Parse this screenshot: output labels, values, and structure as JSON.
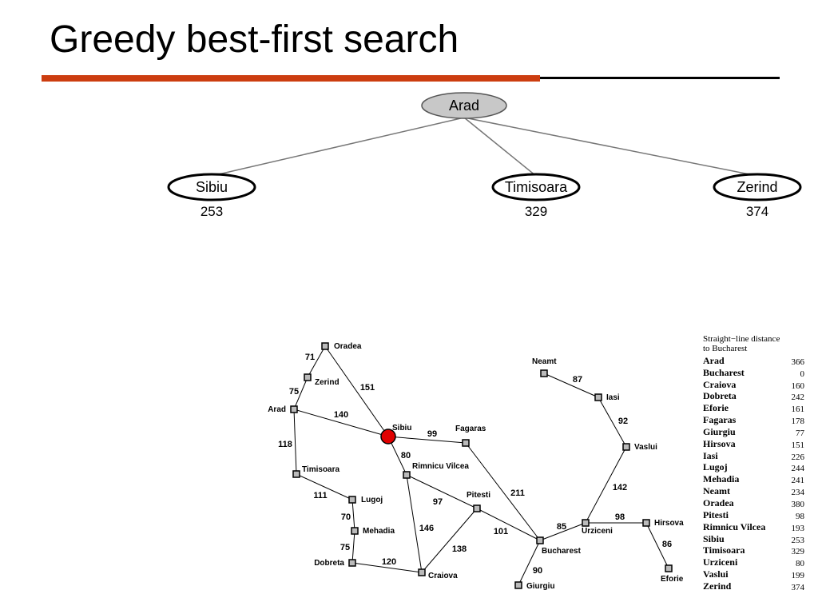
{
  "slide": {
    "title": "Greedy best-first search"
  },
  "tree": {
    "root": {
      "label": "Arad",
      "fill": "#c8c8c8"
    },
    "children": [
      {
        "label": "Sibiu",
        "h": "253"
      },
      {
        "label": "Timisoara",
        "h": "329"
      },
      {
        "label": "Zerind",
        "h": "374"
      }
    ]
  },
  "map": {
    "current_city_color": "#e00000",
    "cities": [
      {
        "name": "Oradea"
      },
      {
        "name": "Zerind"
      },
      {
        "name": "Arad"
      },
      {
        "name": "Sibiu"
      },
      {
        "name": "Fagaras"
      },
      {
        "name": "Rimnicu Vilcea"
      },
      {
        "name": "Timisoara"
      },
      {
        "name": "Lugoj"
      },
      {
        "name": "Mehadia"
      },
      {
        "name": "Dobreta"
      },
      {
        "name": "Craiova"
      },
      {
        "name": "Pitesti"
      },
      {
        "name": "Bucharest"
      },
      {
        "name": "Giurgiu"
      },
      {
        "name": "Urziceni"
      },
      {
        "name": "Hirsova"
      },
      {
        "name": "Eforie"
      },
      {
        "name": "Vaslui"
      },
      {
        "name": "Iasi"
      },
      {
        "name": "Neamt"
      }
    ],
    "roads": [
      {
        "from": "Oradea",
        "to": "Zerind",
        "km": "71"
      },
      {
        "from": "Zerind",
        "to": "Arad",
        "km": "75"
      },
      {
        "from": "Oradea",
        "to": "Sibiu",
        "km": "151"
      },
      {
        "from": "Arad",
        "to": "Sibiu",
        "km": "140"
      },
      {
        "from": "Arad",
        "to": "Timisoara",
        "km": "118"
      },
      {
        "from": "Timisoara",
        "to": "Lugoj",
        "km": "111"
      },
      {
        "from": "Lugoj",
        "to": "Mehadia",
        "km": "70"
      },
      {
        "from": "Mehadia",
        "to": "Dobreta",
        "km": "75"
      },
      {
        "from": "Dobreta",
        "to": "Craiova",
        "km": "120"
      },
      {
        "from": "Sibiu",
        "to": "Fagaras",
        "km": "99"
      },
      {
        "from": "Sibiu",
        "to": "Rimnicu Vilcea",
        "km": "80"
      },
      {
        "from": "Rimnicu Vilcea",
        "to": "Pitesti",
        "km": "97"
      },
      {
        "from": "Rimnicu Vilcea",
        "to": "Craiova",
        "km": "146"
      },
      {
        "from": "Craiova",
        "to": "Pitesti",
        "km": "138"
      },
      {
        "from": "Pitesti",
        "to": "Bucharest",
        "km": "101"
      },
      {
        "from": "Fagaras",
        "to": "Bucharest",
        "km": "211"
      },
      {
        "from": "Bucharest",
        "to": "Giurgiu",
        "km": "90"
      },
      {
        "from": "Bucharest",
        "to": "Urziceni",
        "km": "85"
      },
      {
        "from": "Urziceni",
        "to": "Hirsova",
        "km": "98"
      },
      {
        "from": "Hirsova",
        "to": "Eforie",
        "km": "86"
      },
      {
        "from": "Urziceni",
        "to": "Vaslui",
        "km": "142"
      },
      {
        "from": "Vaslui",
        "to": "Iasi",
        "km": "92"
      },
      {
        "from": "Iasi",
        "to": "Neamt",
        "km": "87"
      }
    ]
  },
  "sld_table": {
    "caption_line1": "Straight−line distance",
    "caption_line2": "to Bucharest",
    "rows": [
      {
        "city": "Arad",
        "value": "366"
      },
      {
        "city": "Bucharest",
        "value": "0"
      },
      {
        "city": "Craiova",
        "value": "160"
      },
      {
        "city": "Dobreta",
        "value": "242"
      },
      {
        "city": "Eforie",
        "value": "161"
      },
      {
        "city": "Fagaras",
        "value": "178"
      },
      {
        "city": "Giurgiu",
        "value": "77"
      },
      {
        "city": "Hirsova",
        "value": "151"
      },
      {
        "city": "Iasi",
        "value": "226"
      },
      {
        "city": "Lugoj",
        "value": "244"
      },
      {
        "city": "Mehadia",
        "value": "241"
      },
      {
        "city": "Neamt",
        "value": "234"
      },
      {
        "city": "Oradea",
        "value": "380"
      },
      {
        "city": "Pitesti",
        "value": "98"
      },
      {
        "city": "Rimnicu Vilcea",
        "value": "193"
      },
      {
        "city": "Sibiu",
        "value": "253"
      },
      {
        "city": "Timisoara",
        "value": "329"
      },
      {
        "city": "Urziceni",
        "value": "80"
      },
      {
        "city": "Vaslui",
        "value": "199"
      },
      {
        "city": "Zerind",
        "value": "374"
      }
    ]
  }
}
